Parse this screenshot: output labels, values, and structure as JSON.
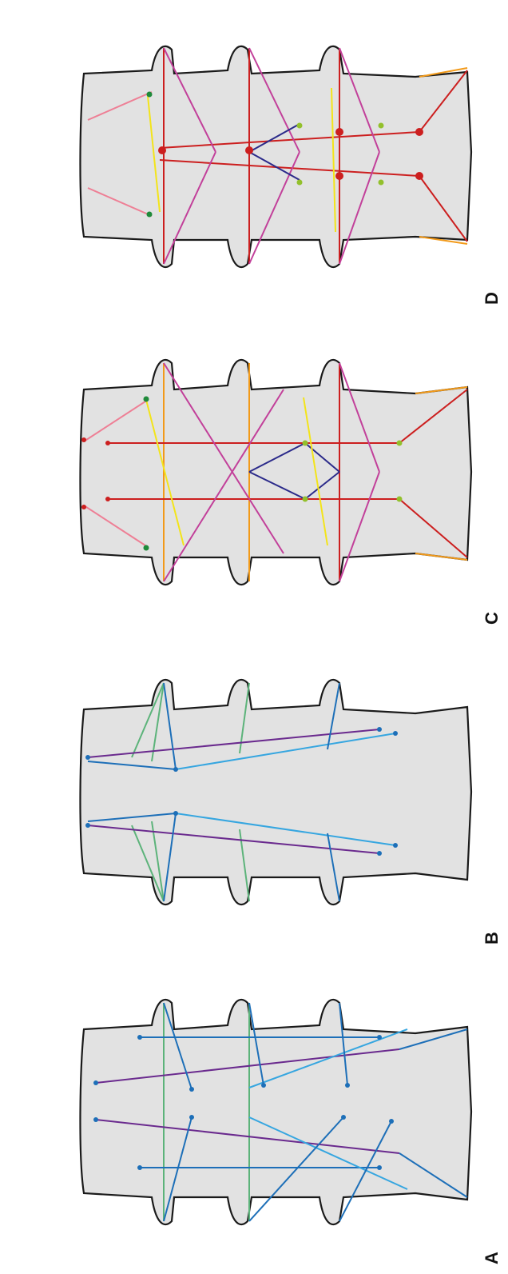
{
  "panels": [
    {
      "label": "D"
    },
    {
      "label": "C"
    },
    {
      "label": "B"
    },
    {
      "label": "A"
    }
  ],
  "colors": {
    "body_fill": "#e2e2e2",
    "outline": "#1a1a1a",
    "red": "#cc1f1f",
    "pink": "#ee7f95",
    "magenta": "#c2409a",
    "navy": "#2b2a8a",
    "yellow": "#f3e41a",
    "orange": "#f29a1a",
    "green_dot": "#1f8a3a",
    "lime_dot": "#93c02c",
    "blue": "#1d6fb8",
    "light_blue": "#36a6e0",
    "purple": "#6a2a8e",
    "green": "#5cb37a"
  }
}
